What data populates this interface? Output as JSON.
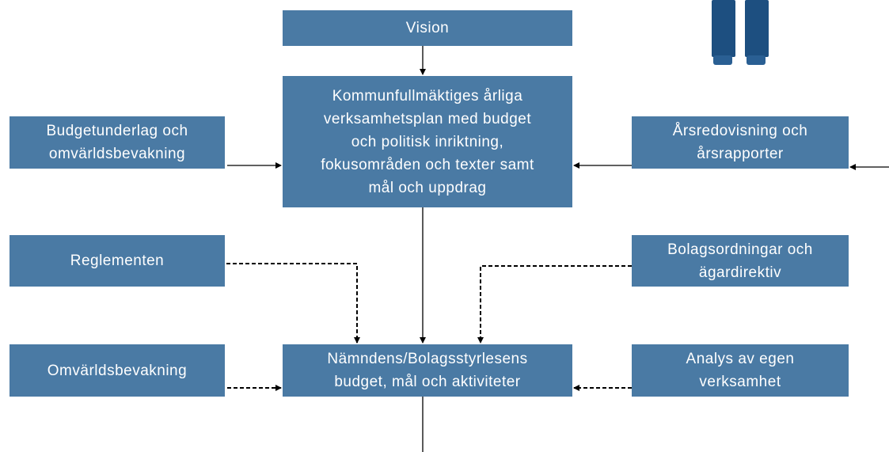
{
  "diagram": {
    "vision": "Vision",
    "central_plan": "Kommunfullmäktiges årliga\nverksamhetsplan med budget\noch politisk inriktning,\nfokusområden och texter samt\nmål och uppdrag",
    "budget_input": "Budgetunderlag och\nomvärldsbevakning",
    "annual_reports": "Årsredovisning och\nårsrapporter",
    "regulations": "Reglementen",
    "company_orders": "Bolagsordningar och\nägardirektiv",
    "environment_watch": "Omvärldsbevakning",
    "committee_budget": "Nämndens/Bolagsstyrlesens\nbudget, mål och aktiviteter",
    "own_analysis": "Analys av egen\nverksamhet"
  },
  "colors": {
    "box_fill": "#4a7aa4",
    "box_text": "#ffffff",
    "line": "#000000",
    "figure_dark": "#1d4f80"
  }
}
